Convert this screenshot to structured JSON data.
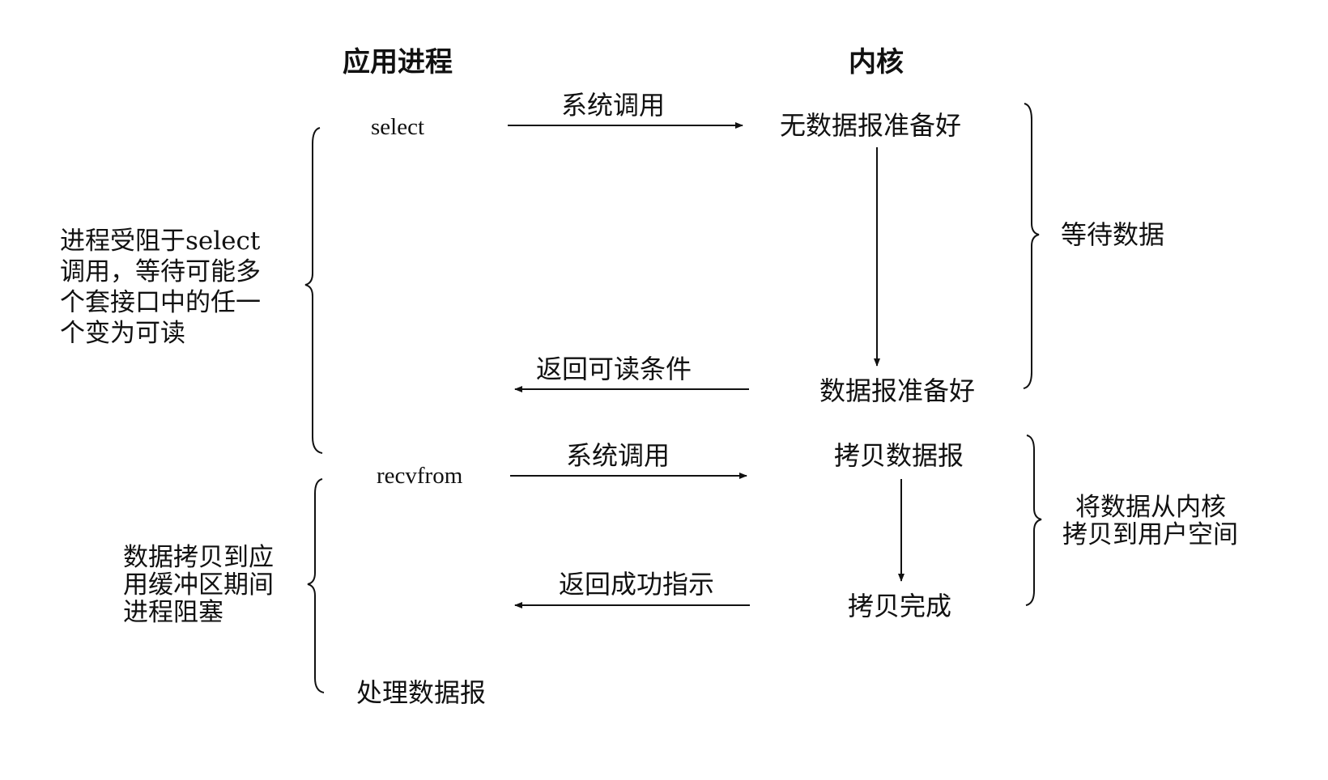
{
  "columns": {
    "app": "应用进程",
    "kernel": "内核"
  },
  "app": {
    "select": "select",
    "recvfrom": "recvfrom",
    "process": "处理数据报"
  },
  "messages": {
    "syscall_1": "系统调用",
    "return_readable": "返回可读条件",
    "syscall_2": "系统调用",
    "return_success": "返回成功指示"
  },
  "kernel": {
    "no_data": "无数据报准备好",
    "data_ready": "数据报准备好",
    "copy_data": "拷贝数据报",
    "copy_done": "拷贝完成"
  },
  "left_notes": {
    "blocked_select": [
      "进程受阻于select",
      "调用，等待可能多",
      "个套接口中的任一",
      "个变为可读"
    ],
    "blocked_copy": [
      "数据拷贝到应",
      "用缓冲区期间",
      "进程阻塞"
    ]
  },
  "right_notes": {
    "wait_data": "等待数据",
    "copy_to_user": [
      "将数据从内核",
      "拷贝到用户空间"
    ]
  }
}
